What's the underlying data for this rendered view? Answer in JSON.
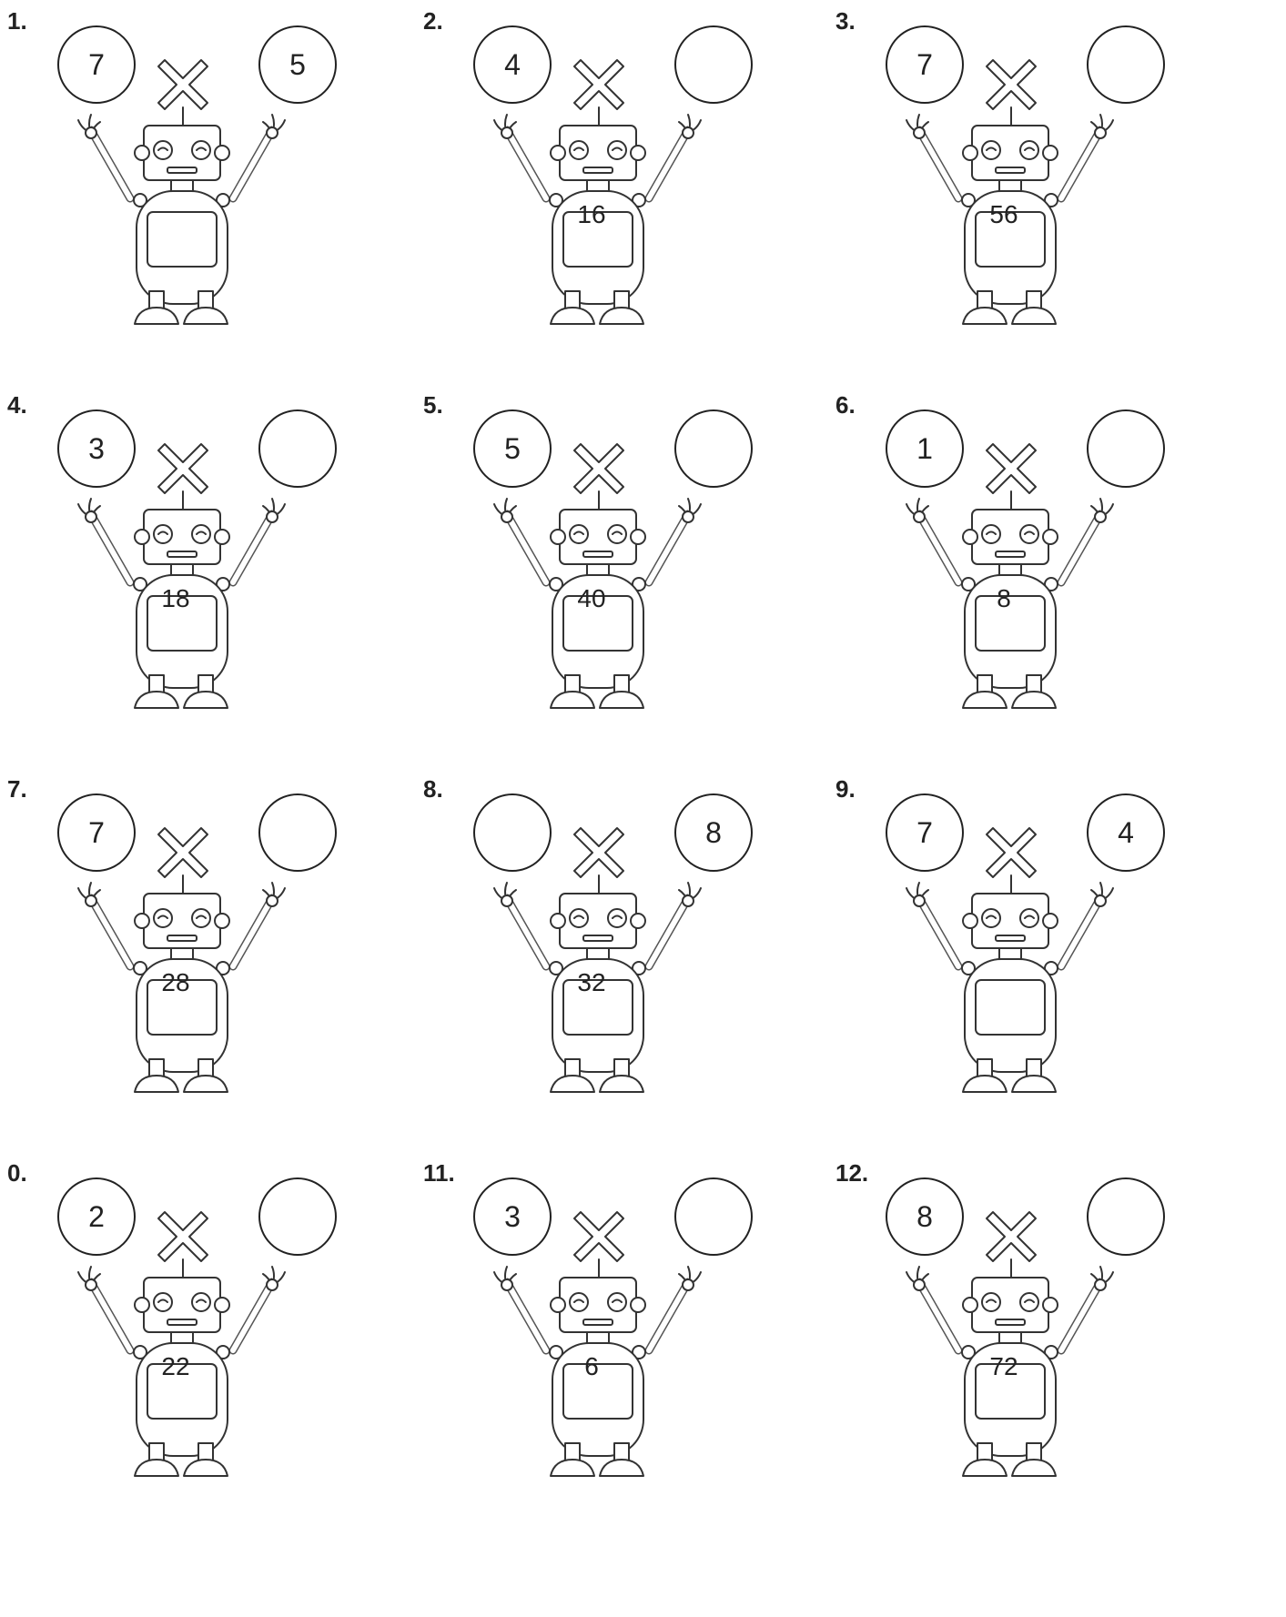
{
  "problems": [
    {
      "number": "1.",
      "left": "7",
      "right": "5",
      "product": ""
    },
    {
      "number": "2.",
      "left": "4",
      "right": "",
      "product": "16"
    },
    {
      "number": "3.",
      "left": "7",
      "right": "",
      "product": "56"
    },
    {
      "number": "4.",
      "left": "3",
      "right": "",
      "product": "18"
    },
    {
      "number": "5.",
      "left": "5",
      "right": "",
      "product": "40"
    },
    {
      "number": "6.",
      "left": "1",
      "right": "",
      "product": "8"
    },
    {
      "number": "7.",
      "left": "7",
      "right": "",
      "product": "28"
    },
    {
      "number": "8.",
      "left": "",
      "right": "8",
      "product": "32"
    },
    {
      "number": "9.",
      "left": "7",
      "right": "4",
      "product": ""
    },
    {
      "number": "0.",
      "left": "2",
      "right": "",
      "product": "22"
    },
    {
      "number": "11.",
      "left": "3",
      "right": "",
      "product": "6"
    },
    {
      "number": "12.",
      "left": "8",
      "right": "",
      "product": "72"
    }
  ],
  "operator_icon": "multiply-sign-icon"
}
